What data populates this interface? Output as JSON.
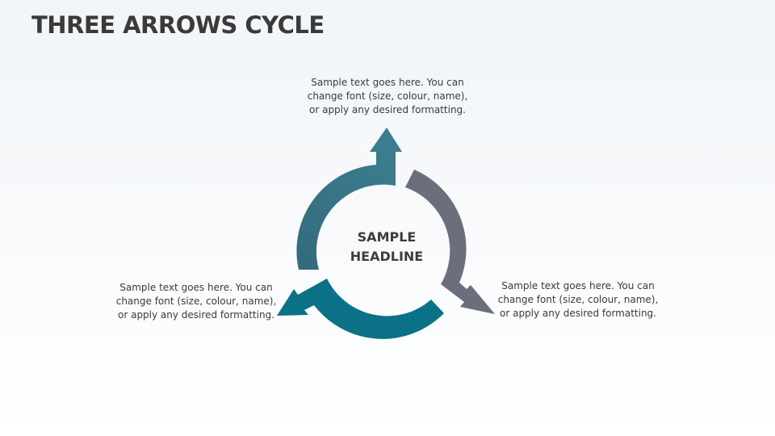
{
  "title": "THREE ARROWS CYCLE",
  "diagram": {
    "center_headline": [
      "SAMPLE",
      "HEADLINE"
    ],
    "text_top": [
      "Sample text goes here. You can",
      "change font (size, colour, name),",
      "or apply any desired formatting."
    ],
    "text_left": [
      "Sample text goes here. You can",
      "change font (size, colour, name),",
      "or apply any desired formatting."
    ],
    "text_right": [
      "Sample text goes here. You can",
      "change font (size, colour, name),",
      "or apply any desired formatting."
    ],
    "arrow_colors": {
      "top": "#336f84",
      "right": "#6d6e7c",
      "bottom": "#0b7186"
    }
  }
}
